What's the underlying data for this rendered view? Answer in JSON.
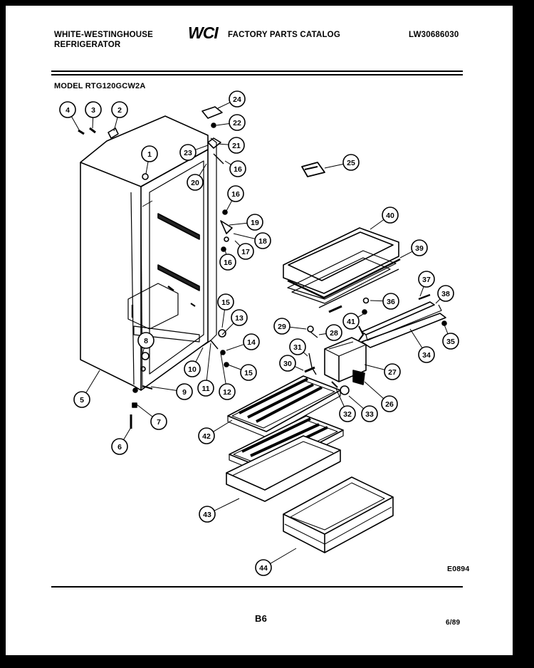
{
  "header": {
    "brand": "WHITE-WESTINGHOUSE",
    "product": "REFRIGERATOR",
    "logo": "WCI",
    "catalog_title": "FACTORY PARTS CATALOG",
    "catalog_number": "LW30686030",
    "model": "MODEL RTG120GCW2A"
  },
  "footer": {
    "diagram_code": "E0894",
    "page": "B6",
    "date": "6/89"
  },
  "part_callouts": [
    "1",
    "2",
    "3",
    "4",
    "5",
    "6",
    "7",
    "8",
    "9",
    "10",
    "11",
    "12",
    "13",
    "14",
    "15",
    "15",
    "16",
    "16",
    "16",
    "17",
    "18",
    "19",
    "20",
    "21",
    "22",
    "23",
    "24",
    "25",
    "26",
    "27",
    "28",
    "29",
    "30",
    "31",
    "32",
    "33",
    "34",
    "35",
    "36",
    "37",
    "38",
    "39",
    "40",
    "41",
    "42",
    "43",
    "44"
  ]
}
